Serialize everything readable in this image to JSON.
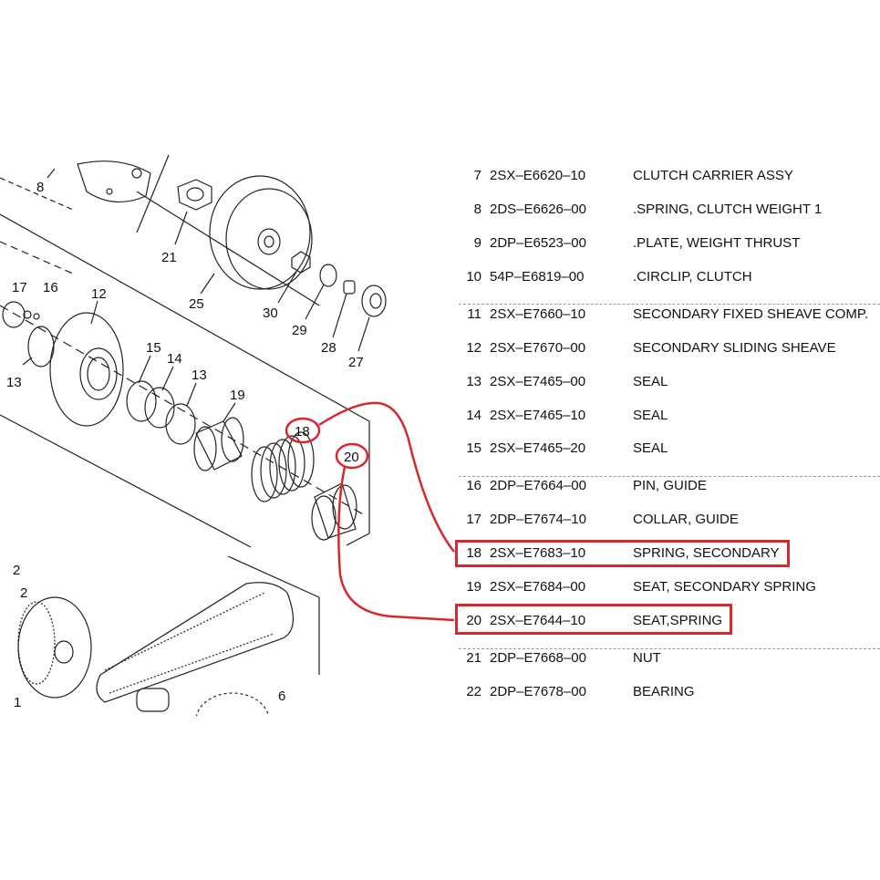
{
  "parts_list": [
    {
      "no": "7",
      "part": "2SX–E6620–10",
      "desc": "CLUTCH CARRIER ASSY"
    },
    {
      "no": "8",
      "part": "2DS–E6626–00",
      "desc": ".SPRING, CLUTCH WEIGHT 1"
    },
    {
      "no": "9",
      "part": "2DP–E6523–00",
      "desc": ".PLATE, WEIGHT THRUST"
    },
    {
      "no": "10",
      "part": "54P–E6819–00",
      "desc": ".CIRCLIP, CLUTCH"
    },
    {
      "no": "11",
      "part": "2SX–E7660–10",
      "desc": "SECONDARY FIXED SHEAVE COMP."
    },
    {
      "no": "12",
      "part": "2SX–E7670–00",
      "desc": "SECONDARY SLIDING SHEAVE"
    },
    {
      "no": "13",
      "part": "2SX–E7465–00",
      "desc": "SEAL"
    },
    {
      "no": "14",
      "part": "2SX–E7465–10",
      "desc": "SEAL"
    },
    {
      "no": "15",
      "part": "2SX–E7465–20",
      "desc": "SEAL"
    },
    {
      "no": "16",
      "part": "2DP–E7664–00",
      "desc": "PIN, GUIDE"
    },
    {
      "no": "17",
      "part": "2DP–E7674–10",
      "desc": "COLLAR, GUIDE"
    },
    {
      "no": "18",
      "part": "2SX–E7683–10",
      "desc": "SPRING, SECONDARY",
      "highlighted": true
    },
    {
      "no": "19",
      "part": "2SX–E7684–00",
      "desc": "SEAT, SECONDARY SPRING"
    },
    {
      "no": "20",
      "part": "2SX–E7644–10",
      "desc": "SEAT,SPRING",
      "highlighted": true
    },
    {
      "no": "21",
      "part": "2DP–E7668–00",
      "desc": "NUT"
    },
    {
      "no": "22",
      "part": "2DP–E7678–00",
      "desc": "BEARING"
    }
  ],
  "diagram": {
    "labels": [
      "8",
      "21",
      "25",
      "30",
      "29",
      "28",
      "27",
      "17",
      "16",
      "12",
      "13",
      "15",
      "14",
      "13",
      "19",
      "2",
      "2",
      "1",
      "6"
    ],
    "callouts": [
      "18",
      "20"
    ]
  },
  "colors": {
    "highlight": "#d6282f",
    "line": "#222222"
  }
}
